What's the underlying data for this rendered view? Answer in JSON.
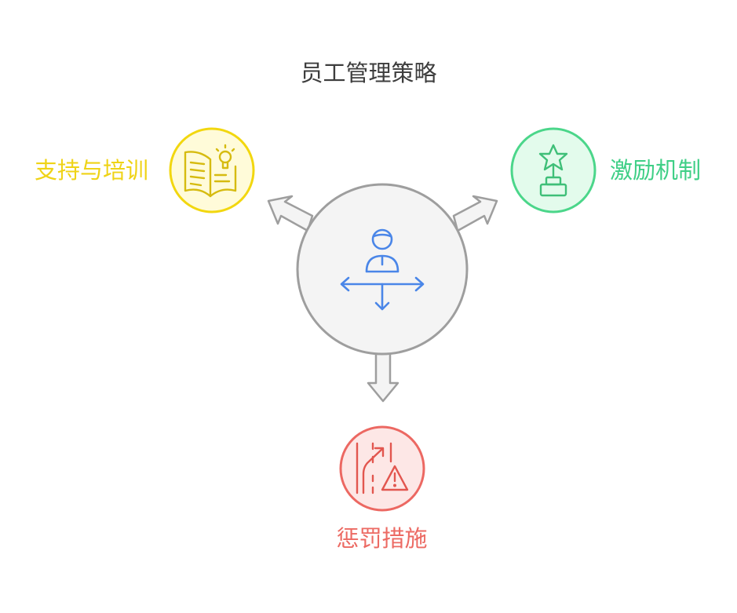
{
  "title": "员工管理策略",
  "nodes": {
    "center": {
      "icon": "employee-directions-icon"
    },
    "support": {
      "label": "支持与培训",
      "icon": "book-lightbulb-icon"
    },
    "incentive": {
      "label": "激励机制",
      "icon": "star-trophy-icon"
    },
    "penalty": {
      "label": "惩罚措施",
      "icon": "risky-road-warning-icon"
    }
  },
  "colors": {
    "title": "#3d3d3d",
    "center_fill": "#f4f4f4",
    "center_stroke": "#9e9e9e",
    "center_icon": "#4a86e8",
    "support_fill": "#fffbd9",
    "support_stroke": "#f2d70f",
    "support_text": "#efd316",
    "incentive_fill": "#e3fbec",
    "incentive_stroke": "#4bd68a",
    "incentive_text": "#3fcf86",
    "penalty_fill": "#fde7e6",
    "penalty_stroke": "#ec6862",
    "penalty_text": "#ec6a63"
  }
}
